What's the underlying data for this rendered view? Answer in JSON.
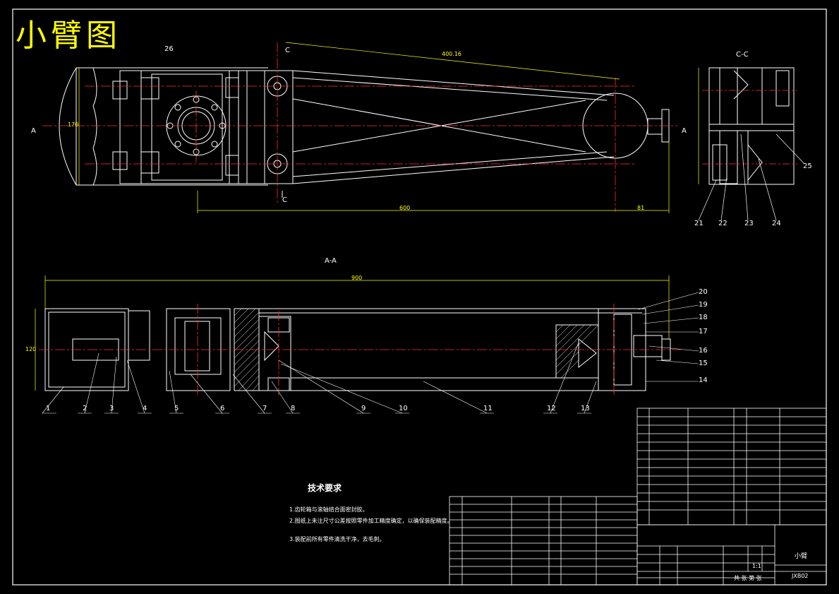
{
  "title": "小臂图",
  "section_labels": {
    "cc": "C-C",
    "aa": "A-A",
    "c_top": "C",
    "c_bottom": "C",
    "a_left": "A",
    "a_right": "A"
  },
  "dimensions": {
    "d1": "400.16",
    "d2": "600",
    "d3": "81",
    "d4": "900",
    "d5": "170",
    "d6": "120"
  },
  "part_numbers": [
    "1",
    "2",
    "3",
    "4",
    "5",
    "6",
    "7",
    "8",
    "9",
    "10",
    "11",
    "12",
    "13",
    "14",
    "15",
    "16",
    "17",
    "18",
    "19",
    "20",
    "21",
    "22",
    "23",
    "24",
    "25",
    "26"
  ],
  "notes": {
    "heading": "技术要求",
    "lines": [
      "1.齿轮箱与滚轴结合面密封胶。",
      "2.图纸上未注尺寸公差按照零件加工精度确定，以确保装配精度。",
      "3.装配前所有零件清洗干净，去毛刺。"
    ]
  },
  "title_block": {
    "drawing_name": "小臂",
    "drawing_number": "JXB02",
    "scale": "1:1",
    "footer": "共 张 第 张"
  },
  "colors": {
    "line": "#ffffff",
    "center": "#ff3030",
    "dimension": "#ffff00",
    "title": "#ffff00"
  }
}
